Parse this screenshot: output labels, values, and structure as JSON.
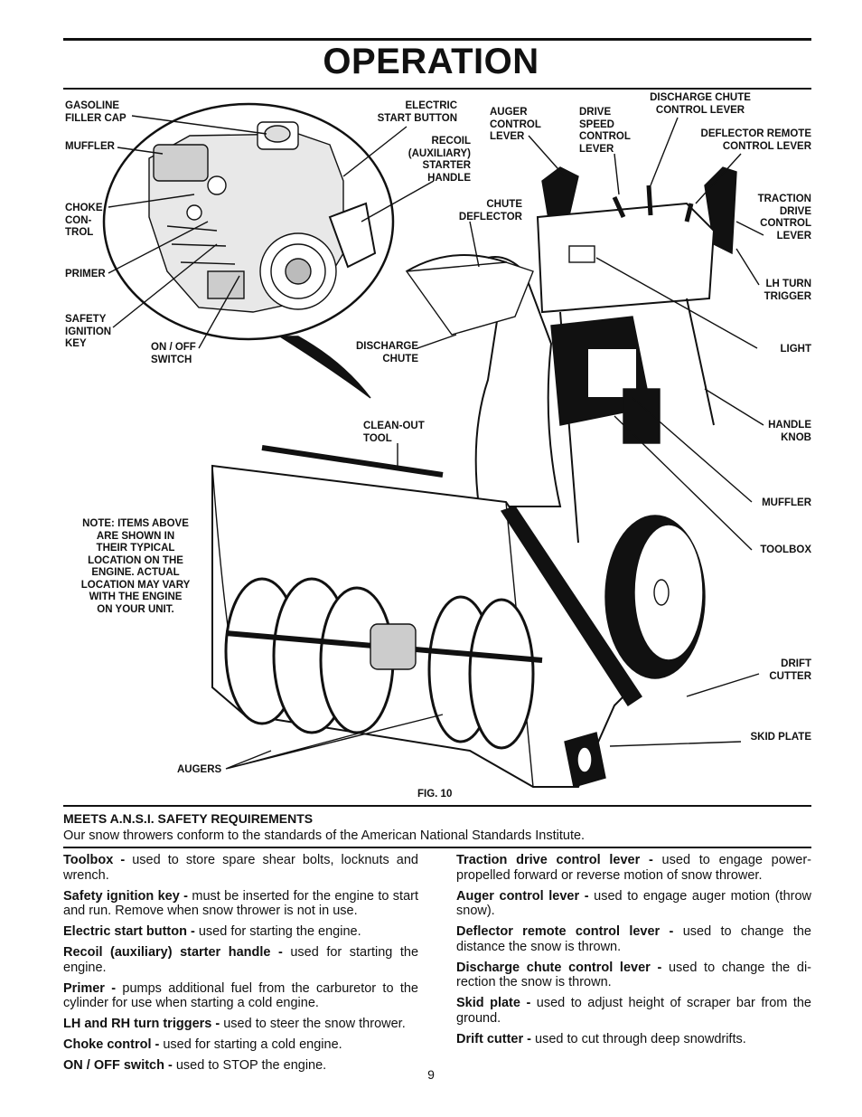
{
  "title": "OPERATION",
  "figure": {
    "caption": "FIG. 10",
    "labels": {
      "gasoline_filler_cap": "GASOLINE\nFILLER CAP",
      "muffler_engine": "MUFFLER",
      "choke_control": "CHOKE\nCON-\nTROL",
      "primer": "PRIMER",
      "safety_ignition_key": "SAFETY\nIGNITION\nKEY",
      "on_off_switch": "ON / OFF\nSWITCH",
      "electric_start_button": "ELECTRIC\nSTART BUTTON",
      "recoil_starter_handle": "RECOIL\n(AUXILIARY)\nSTARTER\nHANDLE",
      "auger_control_lever": "AUGER\nCONTROL\nLEVER",
      "drive_speed_control_lever": "DRIVE\nSPEED\nCONTROL\nLEVER",
      "discharge_chute_control_lever": "DISCHARGE CHUTE\nCONTROL LEVER",
      "deflector_remote_control_lever": "DEFLECTOR REMOTE\nCONTROL LEVER",
      "traction_drive_control_lever": "TRACTION\nDRIVE\nCONTROL\nLEVER",
      "lh_turn_trigger": "LH TURN\nTRIGGER",
      "chute_deflector": "CHUTE\nDEFLECTOR",
      "light": "LIGHT",
      "discharge_chute": "DISCHARGE\nCHUTE",
      "handle_knob": "HANDLE\nKNOB",
      "clean_out_tool": "CLEAN-OUT\nTOOL",
      "muffler": "MUFFLER",
      "toolbox": "TOOLBOX",
      "note": "NOTE: ITEMS ABOVE\nARE SHOWN IN\nTHEIR TYPICAL\nLOCATION ON THE\nENGINE.  ACTUAL\nLOCATION MAY VARY\nWITH THE ENGINE\nON YOUR UNIT.",
      "drift_cutter": "DRIFT\nCUTTER",
      "skid_plate": "SKID PLATE",
      "augers": "AUGERS"
    }
  },
  "ansi": {
    "heading": "MEETS A.N.S.I. SAFETY REQUIREMENTS",
    "text": "Our snow throwers conform to the standards of the American National Standards Institute."
  },
  "left_column": [
    {
      "term": "Toolbox -",
      "desc": " used to store spare shear bolts, locknuts and wrench."
    },
    {
      "term": "Safety ignition key -",
      "desc": " must be inserted for the engine to start and run.  Remove when snow thrower is not in use."
    },
    {
      "term": "Electric start button -",
      "desc": " used for starting the engine."
    },
    {
      "term": "Recoil (auxiliary) starter handle -",
      "desc": " used for starting the engine."
    },
    {
      "term": "Primer -",
      "desc": " pumps additional fuel from the carburetor to the cylinder for use when starting a cold engine."
    },
    {
      "term": "LH and RH turn triggers -",
      "desc": " used to steer the snow thrower."
    },
    {
      "term": "Choke control -",
      "desc": " used for starting a cold engine."
    },
    {
      "term": "ON / OFF switch -",
      "desc": " used to STOP the engine."
    }
  ],
  "right_column": [
    {
      "term": "Traction drive control lever -",
      "desc": " used to engage power-propelled forward or reverse motion of snow thrower."
    },
    {
      "term": "Auger control lever -",
      "desc": " used to engage auger motion (throw snow)."
    },
    {
      "term": "Deflector remote control lever -",
      "desc": " used to change the distance the snow is thrown."
    },
    {
      "term": "Discharge chute control lever -",
      "desc": " used to change the di-rection the snow is thrown."
    },
    {
      "term": "Skid plate -",
      "desc": " used to adjust height of scraper bar from the ground."
    },
    {
      "term": "Drift cutter -",
      "desc": " used to cut through deep snowdrifts."
    }
  ],
  "page_number": "9"
}
